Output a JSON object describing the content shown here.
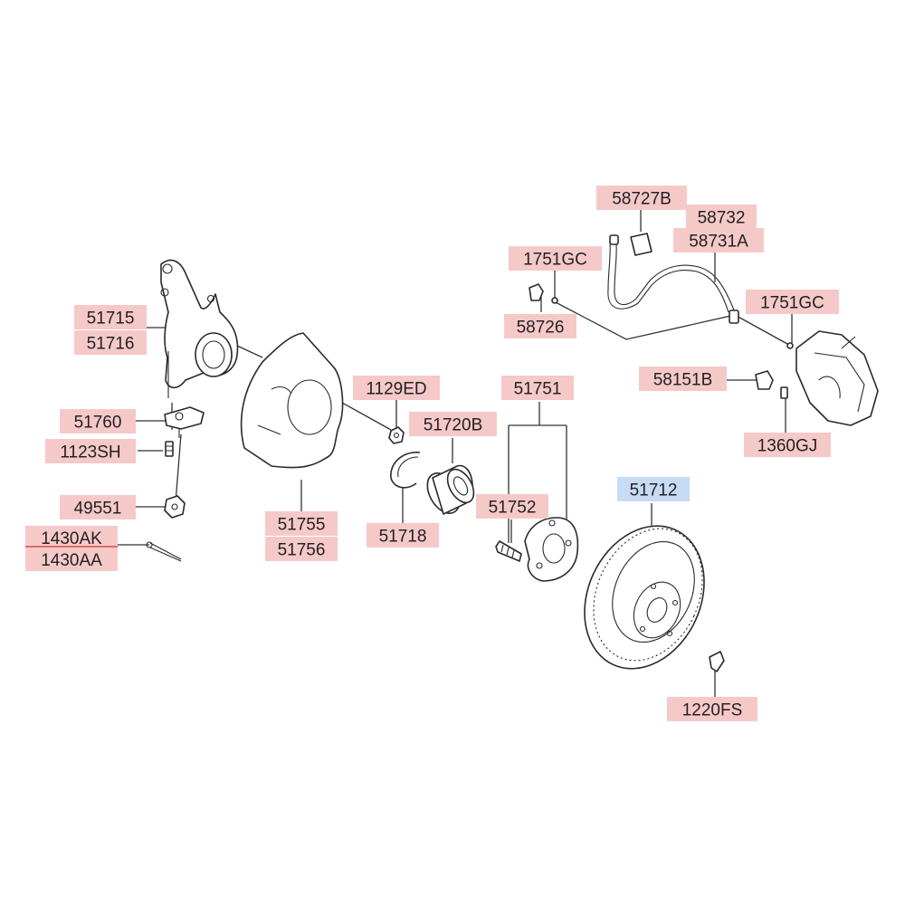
{
  "colors": {
    "label_bg": "#f6c9c9",
    "label_bg_selected": "#c7dbf5",
    "ink": "#222222"
  },
  "labels": {
    "p58727B": {
      "text": "58727B",
      "selected": false
    },
    "p58732": {
      "text": "58732",
      "selected": false
    },
    "p58731A": {
      "text": "58731A",
      "selected": false
    },
    "p1751GC_top": {
      "text": "1751GC",
      "selected": false
    },
    "p1751GC_right": {
      "text": "1751GC",
      "selected": false
    },
    "p58726": {
      "text": "58726",
      "selected": false
    },
    "p58151B": {
      "text": "58151B",
      "selected": false
    },
    "p1360GJ": {
      "text": "1360GJ",
      "selected": false
    },
    "p51715": {
      "text": "51715",
      "selected": false
    },
    "p51716": {
      "text": "51716",
      "selected": false
    },
    "p1129ED": {
      "text": "1129ED",
      "selected": false
    },
    "p51751": {
      "text": "51751",
      "selected": false
    },
    "p51720B": {
      "text": "51720B",
      "selected": false
    },
    "p51760": {
      "text": "51760",
      "selected": false
    },
    "p1123SH": {
      "text": "1123SH",
      "selected": false
    },
    "p51752": {
      "text": "51752",
      "selected": false
    },
    "p51712": {
      "text": "51712",
      "selected": true
    },
    "p49551": {
      "text": "49551",
      "selected": false
    },
    "p51755": {
      "text": "51755",
      "selected": false
    },
    "p51756": {
      "text": "51756",
      "selected": false
    },
    "p51718": {
      "text": "51718",
      "selected": false
    },
    "p1430AK": {
      "text": "1430AK",
      "selected": false
    },
    "p1430AA": {
      "text": "1430AA",
      "selected": false
    },
    "p1220FS": {
      "text": "1220FS",
      "selected": false
    }
  }
}
